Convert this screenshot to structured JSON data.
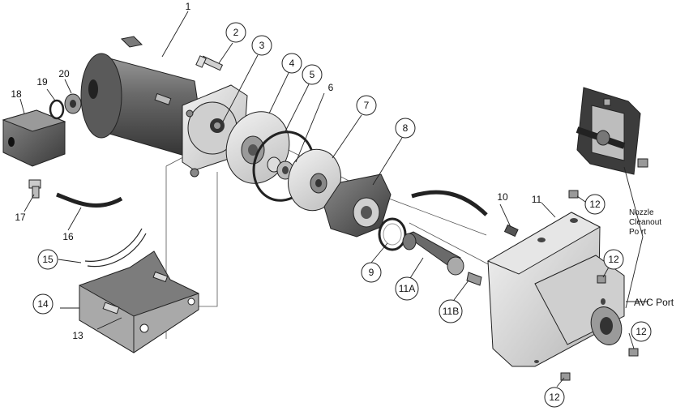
{
  "callouts": [
    {
      "text": "1",
      "circled": false
    },
    {
      "text": "2",
      "circled": true
    },
    {
      "text": "3",
      "circled": true
    },
    {
      "text": "4",
      "circled": true
    },
    {
      "text": "5",
      "circled": true
    },
    {
      "text": "6",
      "circled": false
    },
    {
      "text": "7",
      "circled": true
    },
    {
      "text": "8",
      "circled": true
    },
    {
      "text": "9",
      "circled": true
    },
    {
      "text": "10",
      "circled": false
    },
    {
      "text": "11",
      "circled": false
    },
    {
      "text": "11A",
      "circled": true
    },
    {
      "text": "11B",
      "circled": true
    },
    {
      "text": "12",
      "circled": true
    },
    {
      "text": "12",
      "circled": true
    },
    {
      "text": "12",
      "circled": true
    },
    {
      "text": "12",
      "circled": true
    },
    {
      "text": "13",
      "circled": false
    },
    {
      "text": "14",
      "circled": true
    },
    {
      "text": "15",
      "circled": true
    },
    {
      "text": "16",
      "circled": false
    },
    {
      "text": "17",
      "circled": false
    },
    {
      "text": "18",
      "circled": false
    },
    {
      "text": "19",
      "circled": false
    },
    {
      "text": "20",
      "circled": false
    }
  ],
  "port_labels": {
    "nozzle_line1": "Nozzle",
    "nozzle_line2": "Cleanout",
    "nozzle_line3": "Po rt",
    "avc": "AVC  Port"
  }
}
